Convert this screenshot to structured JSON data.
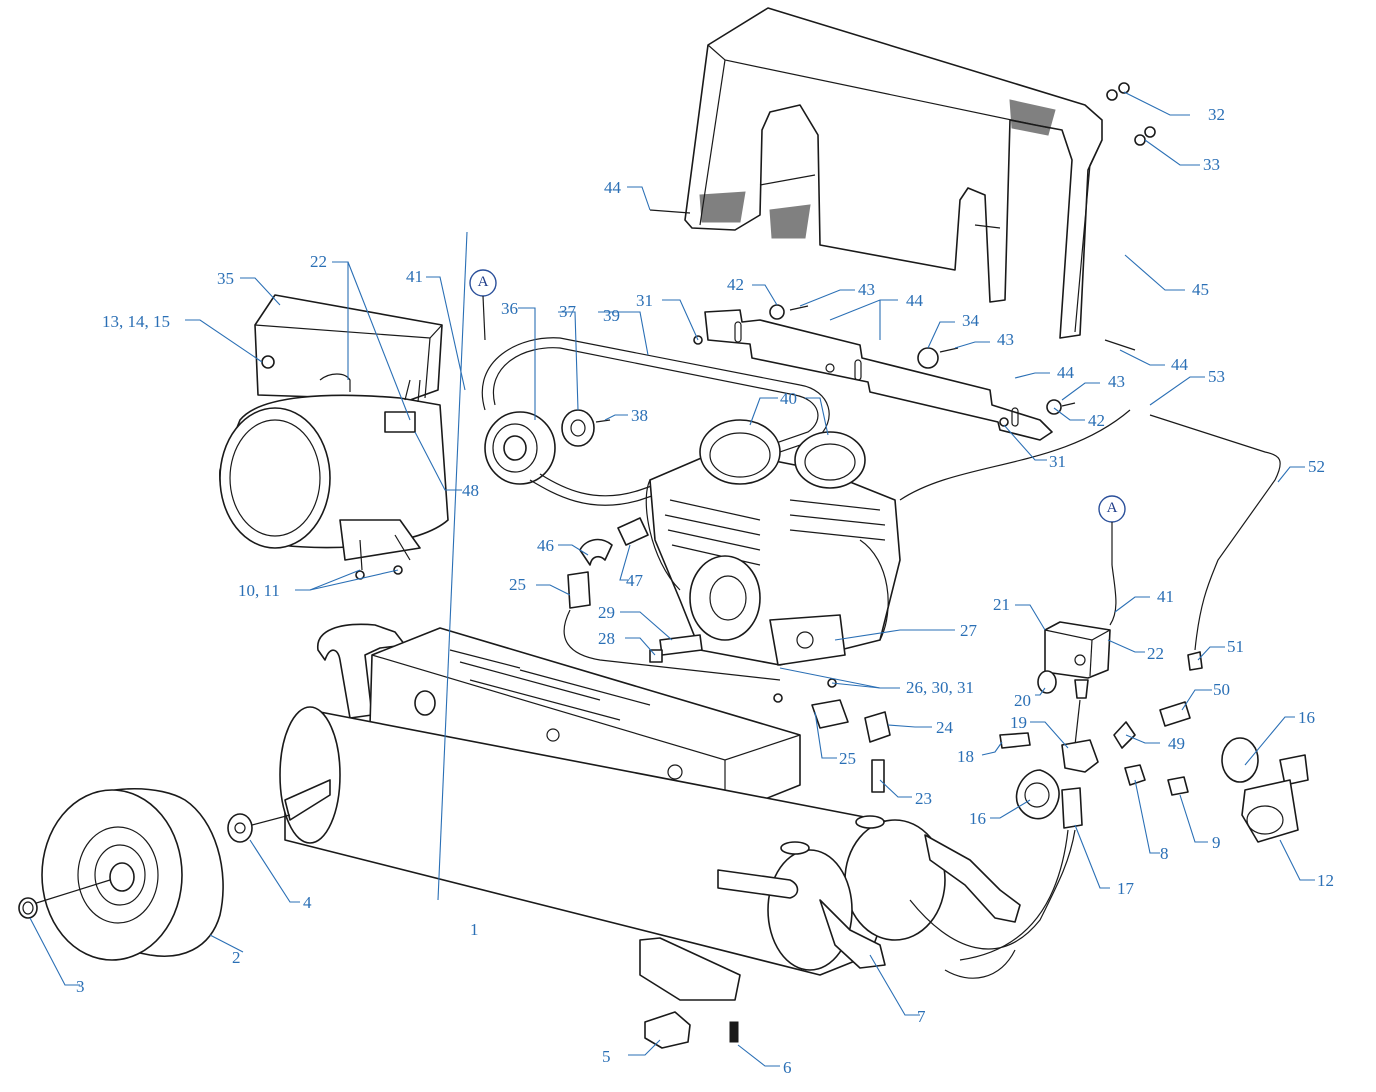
{
  "diagram": {
    "callouts": [
      {
        "id": "c1",
        "text": "1"
      },
      {
        "id": "c2",
        "text": "2"
      },
      {
        "id": "c3",
        "text": "3"
      },
      {
        "id": "c4",
        "text": "4"
      },
      {
        "id": "c5",
        "text": "5"
      },
      {
        "id": "c6",
        "text": "6"
      },
      {
        "id": "c7",
        "text": "7"
      },
      {
        "id": "c8",
        "text": "8"
      },
      {
        "id": "c9",
        "text": "9"
      },
      {
        "id": "c10",
        "text": "10, 11"
      },
      {
        "id": "c12",
        "text": "12"
      },
      {
        "id": "c13",
        "text": "13, 14, 15"
      },
      {
        "id": "c16a",
        "text": "16"
      },
      {
        "id": "c16b",
        "text": "16"
      },
      {
        "id": "c17",
        "text": "17"
      },
      {
        "id": "c18",
        "text": "18"
      },
      {
        "id": "c19",
        "text": "19"
      },
      {
        "id": "c20",
        "text": "20"
      },
      {
        "id": "c21",
        "text": "21"
      },
      {
        "id": "c22a",
        "text": "22"
      },
      {
        "id": "c22b",
        "text": "22"
      },
      {
        "id": "c23",
        "text": "23"
      },
      {
        "id": "c24",
        "text": "24"
      },
      {
        "id": "c25a",
        "text": "25"
      },
      {
        "id": "c25b",
        "text": "25"
      },
      {
        "id": "c26",
        "text": "26, 30, 31"
      },
      {
        "id": "c27",
        "text": "27"
      },
      {
        "id": "c28",
        "text": "28"
      },
      {
        "id": "c29",
        "text": "29"
      },
      {
        "id": "c31a",
        "text": "31"
      },
      {
        "id": "c31b",
        "text": "31"
      },
      {
        "id": "c32",
        "text": "32"
      },
      {
        "id": "c33",
        "text": "33"
      },
      {
        "id": "c34",
        "text": "34"
      },
      {
        "id": "c35",
        "text": "35"
      },
      {
        "id": "c36",
        "text": "36"
      },
      {
        "id": "c37",
        "text": "37"
      },
      {
        "id": "c38",
        "text": "38"
      },
      {
        "id": "c39",
        "text": "39"
      },
      {
        "id": "c40",
        "text": "40"
      },
      {
        "id": "c41a",
        "text": "41"
      },
      {
        "id": "c41b",
        "text": "41"
      },
      {
        "id": "c42a",
        "text": "42"
      },
      {
        "id": "c42b",
        "text": "42"
      },
      {
        "id": "c43a",
        "text": "43"
      },
      {
        "id": "c43b",
        "text": "43"
      },
      {
        "id": "c43c",
        "text": "43"
      },
      {
        "id": "c44a",
        "text": "44"
      },
      {
        "id": "c44b",
        "text": "44"
      },
      {
        "id": "c44c",
        "text": "44"
      },
      {
        "id": "c44d",
        "text": "44"
      },
      {
        "id": "c45",
        "text": "45"
      },
      {
        "id": "c46",
        "text": "46"
      },
      {
        "id": "c47",
        "text": "47"
      },
      {
        "id": "c48",
        "text": "48"
      },
      {
        "id": "c49",
        "text": "49"
      },
      {
        "id": "c50",
        "text": "50"
      },
      {
        "id": "c51",
        "text": "51"
      },
      {
        "id": "c52",
        "text": "52"
      },
      {
        "id": "c53",
        "text": "53"
      }
    ],
    "connectors": {
      "a1": "A",
      "a2": "A"
    }
  }
}
